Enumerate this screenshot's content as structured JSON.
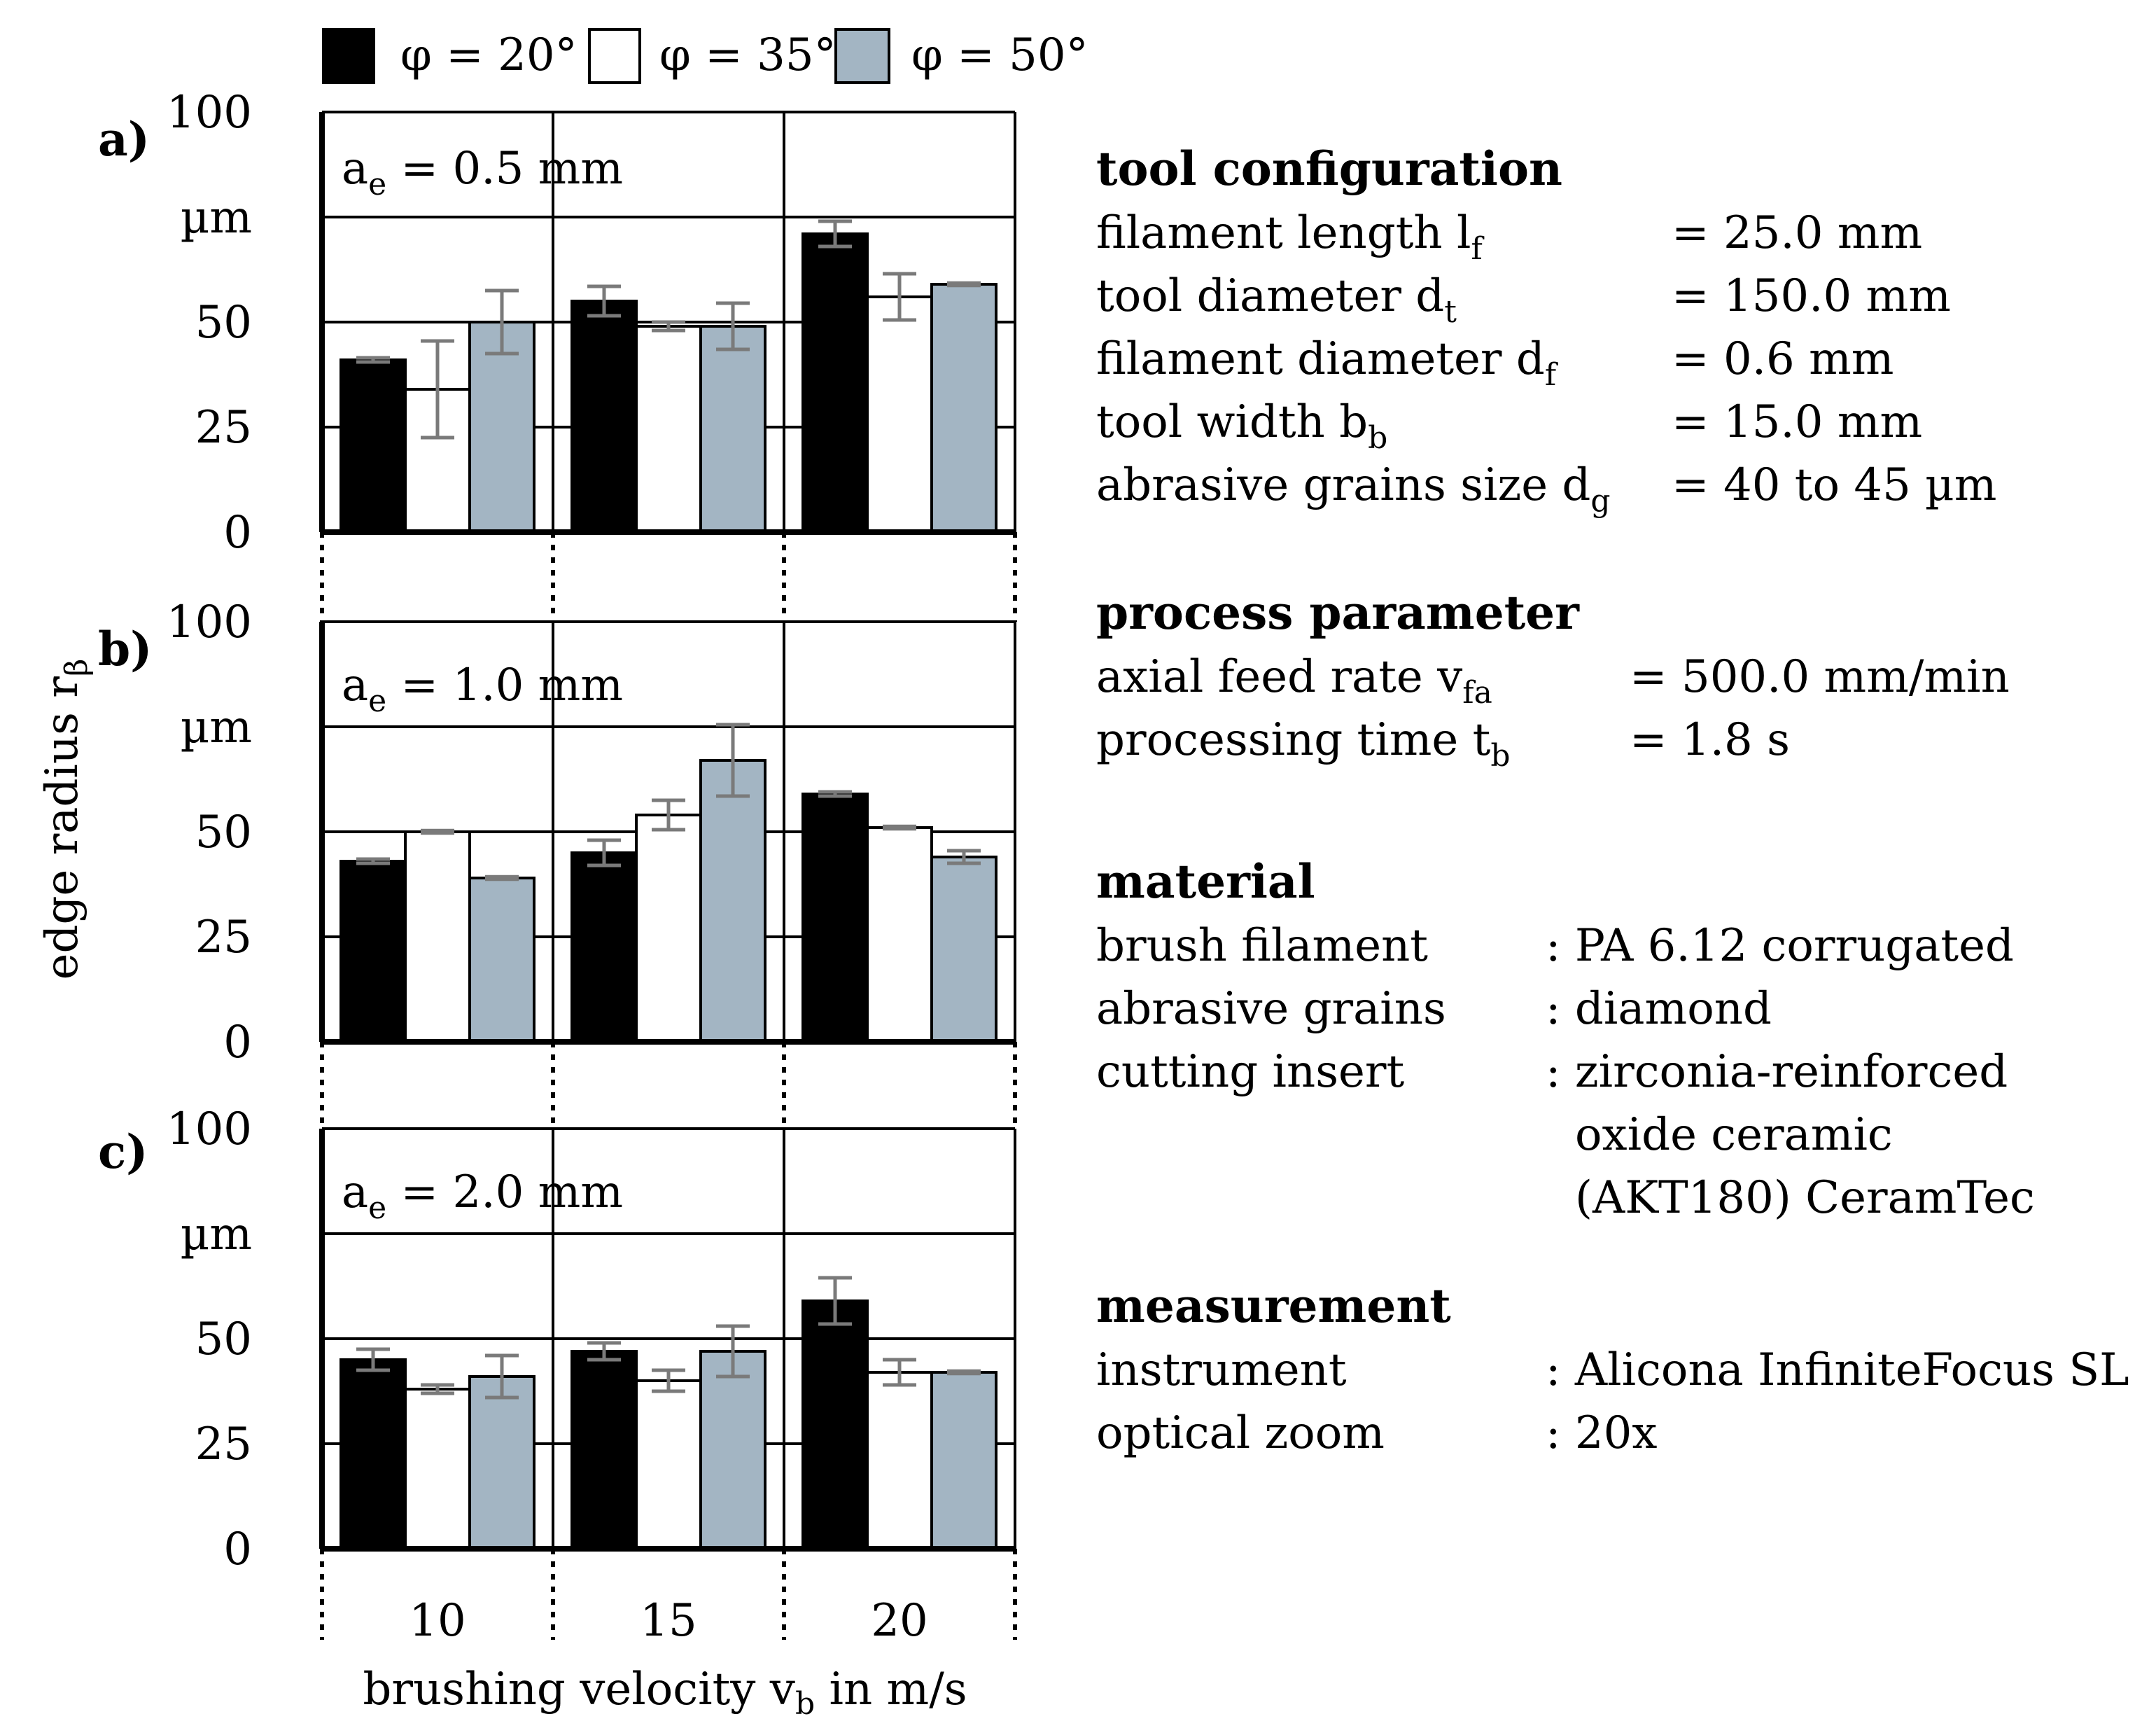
{
  "legend": [
    {
      "label": "φ = 20°",
      "color": "#000000"
    },
    {
      "label": "φ = 35°",
      "color": "#ffffff"
    },
    {
      "label": "φ = 50°",
      "color": "#a3b5c3"
    }
  ],
  "y_axis": {
    "label_main": "edge radius r",
    "label_sub": "β",
    "ticks": [
      "0",
      "25",
      "50",
      "",
      "100"
    ],
    "unit": "µm"
  },
  "x_axis": {
    "label_pre": "brushing velocity v",
    "label_sub": "b",
    "label_post": " in m/s"
  },
  "panels": [
    {
      "tag": "a)",
      "ae_main": "a",
      "ae_sub": "e",
      "ae_value": " = 0.5 mm"
    },
    {
      "tag": "b)",
      "ae_main": "a",
      "ae_sub": "e",
      "ae_value": " = 1.0 mm"
    },
    {
      "tag": "c)",
      "ae_main": "a",
      "ae_sub": "e",
      "ae_value": " = 2.0 mm"
    }
  ],
  "chart_data": {
    "type": "bar",
    "categories": [
      "10",
      "15",
      "20"
    ],
    "xlabel": "brushing velocity vb in m/s",
    "ylabel": "edge radius rβ",
    "ylim": [
      0,
      100
    ],
    "yticks": [
      0,
      25,
      50,
      75,
      100
    ],
    "grid": true,
    "legend_position": "top",
    "panels": [
      {
        "title": "ae = 0.5 mm",
        "series": [
          {
            "name": "φ = 20°",
            "color": "#000000",
            "values": [
              41,
              55,
              71
            ],
            "errors": [
              0.5,
              3.5,
              3.0
            ]
          },
          {
            "name": "φ = 35°",
            "color": "#ffffff",
            "values": [
              34,
              49,
              56
            ],
            "errors": [
              11.5,
              1.0,
              5.5
            ]
          },
          {
            "name": "φ = 50°",
            "color": "#a3b5c3",
            "values": [
              50,
              49,
              59
            ],
            "errors": [
              7.5,
              5.5,
              0.3
            ]
          }
        ]
      },
      {
        "title": "ae = 1.0 mm",
        "series": [
          {
            "name": "φ = 20°",
            "color": "#000000",
            "values": [
              43,
              45,
              59
            ],
            "errors": [
              0.5,
              3.0,
              0.5
            ]
          },
          {
            "name": "φ = 35°",
            "color": "#ffffff",
            "values": [
              50,
              54,
              51
            ],
            "errors": [
              0.3,
              3.5,
              0.3
            ]
          },
          {
            "name": "φ = 50°",
            "color": "#a3b5c3",
            "values": [
              39,
              67,
              44
            ],
            "errors": [
              0.3,
              8.5,
              1.5
            ]
          }
        ]
      },
      {
        "title": "ae = 2.0 mm",
        "series": [
          {
            "name": "φ = 20°",
            "color": "#000000",
            "values": [
              45,
              47,
              59
            ],
            "errors": [
              2.5,
              2.0,
              5.5
            ]
          },
          {
            "name": "φ = 35°",
            "color": "#ffffff",
            "values": [
              38,
              40,
              42
            ],
            "errors": [
              1.0,
              2.5,
              3.0
            ]
          },
          {
            "name": "φ = 50°",
            "color": "#a3b5c3",
            "values": [
              41,
              47,
              42
            ],
            "errors": [
              5.0,
              6.0,
              0.3
            ]
          }
        ]
      }
    ]
  },
  "info": {
    "tool_configuration": {
      "heading": "tool configuration",
      "rows": [
        {
          "name": "filament length l",
          "sub": "f",
          "value": "= 25.0 mm"
        },
        {
          "name": "tool diameter d",
          "sub": "t",
          "value": "= 150.0 mm"
        },
        {
          "name": "filament diameter d",
          "sub": "f",
          "value": "= 0.6 mm"
        },
        {
          "name": "tool width b",
          "sub": "b",
          "value": "= 15.0 mm"
        },
        {
          "name": "abrasive grains size d",
          "sub": "g",
          "value": "= 40 to 45 µm"
        }
      ]
    },
    "process_parameter": {
      "heading": "process parameter",
      "rows": [
        {
          "name": "axial feed rate v",
          "sub": "fa",
          "value": "= 500.0 mm/min"
        },
        {
          "name": "processing time t",
          "sub": "b",
          "value": "= 1.8 s"
        }
      ]
    },
    "material": {
      "heading": "material",
      "rows": [
        {
          "name": "brush filament",
          "value": ": PA 6.12 corrugated"
        },
        {
          "name": "abrasive grains",
          "value": ": diamond"
        },
        {
          "name": "cutting insert",
          "value": ": zirconia-reinforced"
        }
      ],
      "continuation": [
        "oxide ceramic",
        "(AKT180) CeramTec"
      ]
    },
    "measurement": {
      "heading": "measurement",
      "rows": [
        {
          "name": "instrument",
          "value": ": Alicona InfiniteFocus SL"
        },
        {
          "name": "optical zoom",
          "value": ": 20x"
        }
      ]
    }
  }
}
